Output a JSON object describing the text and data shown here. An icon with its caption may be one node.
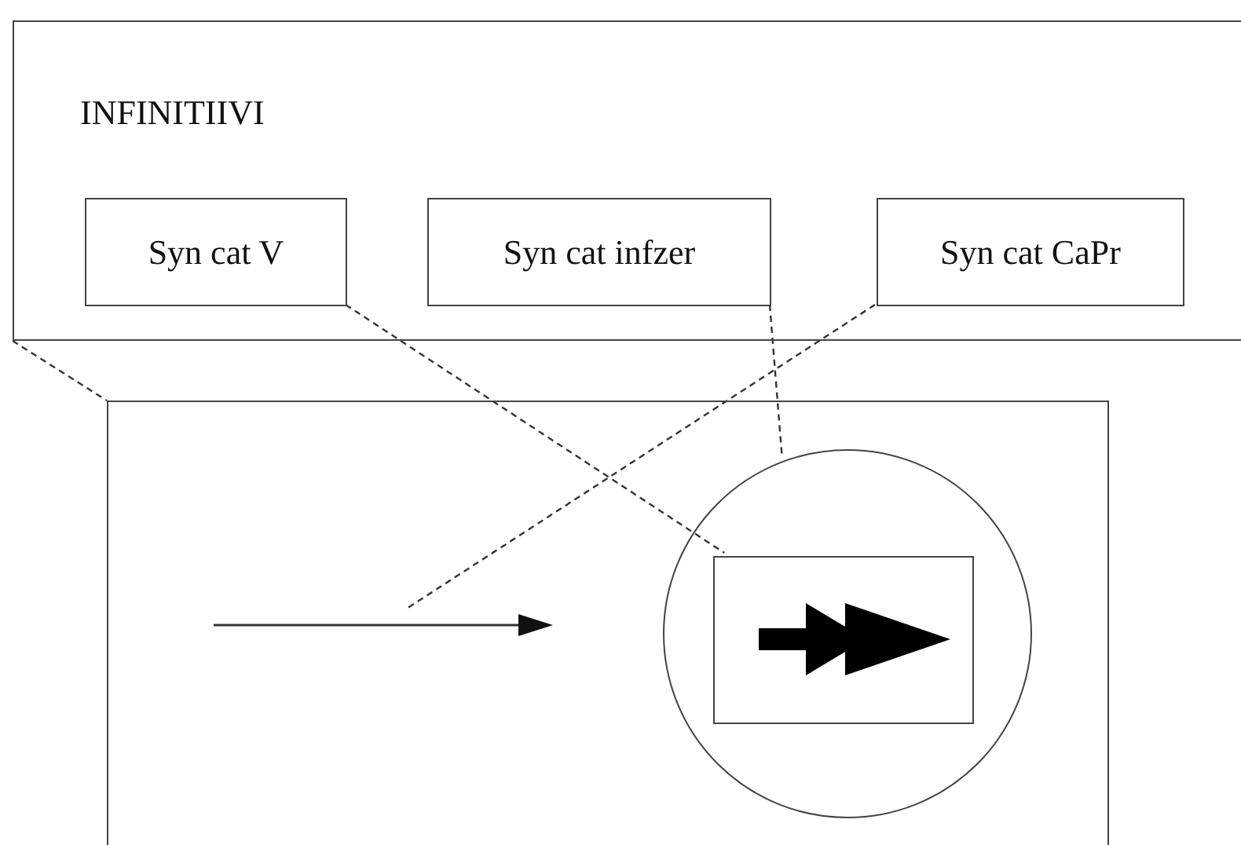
{
  "diagram": {
    "nodes": [
      {
        "text": [
          "INFINITIIVI"
        ]
      },
      {
        "text": [
          "Syn cat V"
        ],
        "in": 0
      },
      {
        "text": [
          "Syn cat infzer"
        ],
        "in": 0
      },
      {
        "text": [
          "Syn cat CaPr"
        ],
        "in": 0
      },
      {
        "text": [],
        "shape": "box"
      },
      {
        "text": [],
        "shape": "arrow",
        "in": 4
      },
      {
        "text": [],
        "shape": "circle",
        "in": 4
      },
      {
        "text": [],
        "shape": "box",
        "in": 6
      }
    ],
    "edges": [
      {
        "from": 0,
        "to": 4,
        "arrow": "none",
        "style": "dashed"
      },
      {
        "from": 1,
        "to": 7,
        "arrow": "none",
        "style": "dashed"
      },
      {
        "from": 2,
        "to": 6,
        "arrow": "none",
        "style": "dashed"
      },
      {
        "from": 3,
        "to": 5,
        "arrow": "none",
        "style": "dashed"
      }
    ]
  }
}
